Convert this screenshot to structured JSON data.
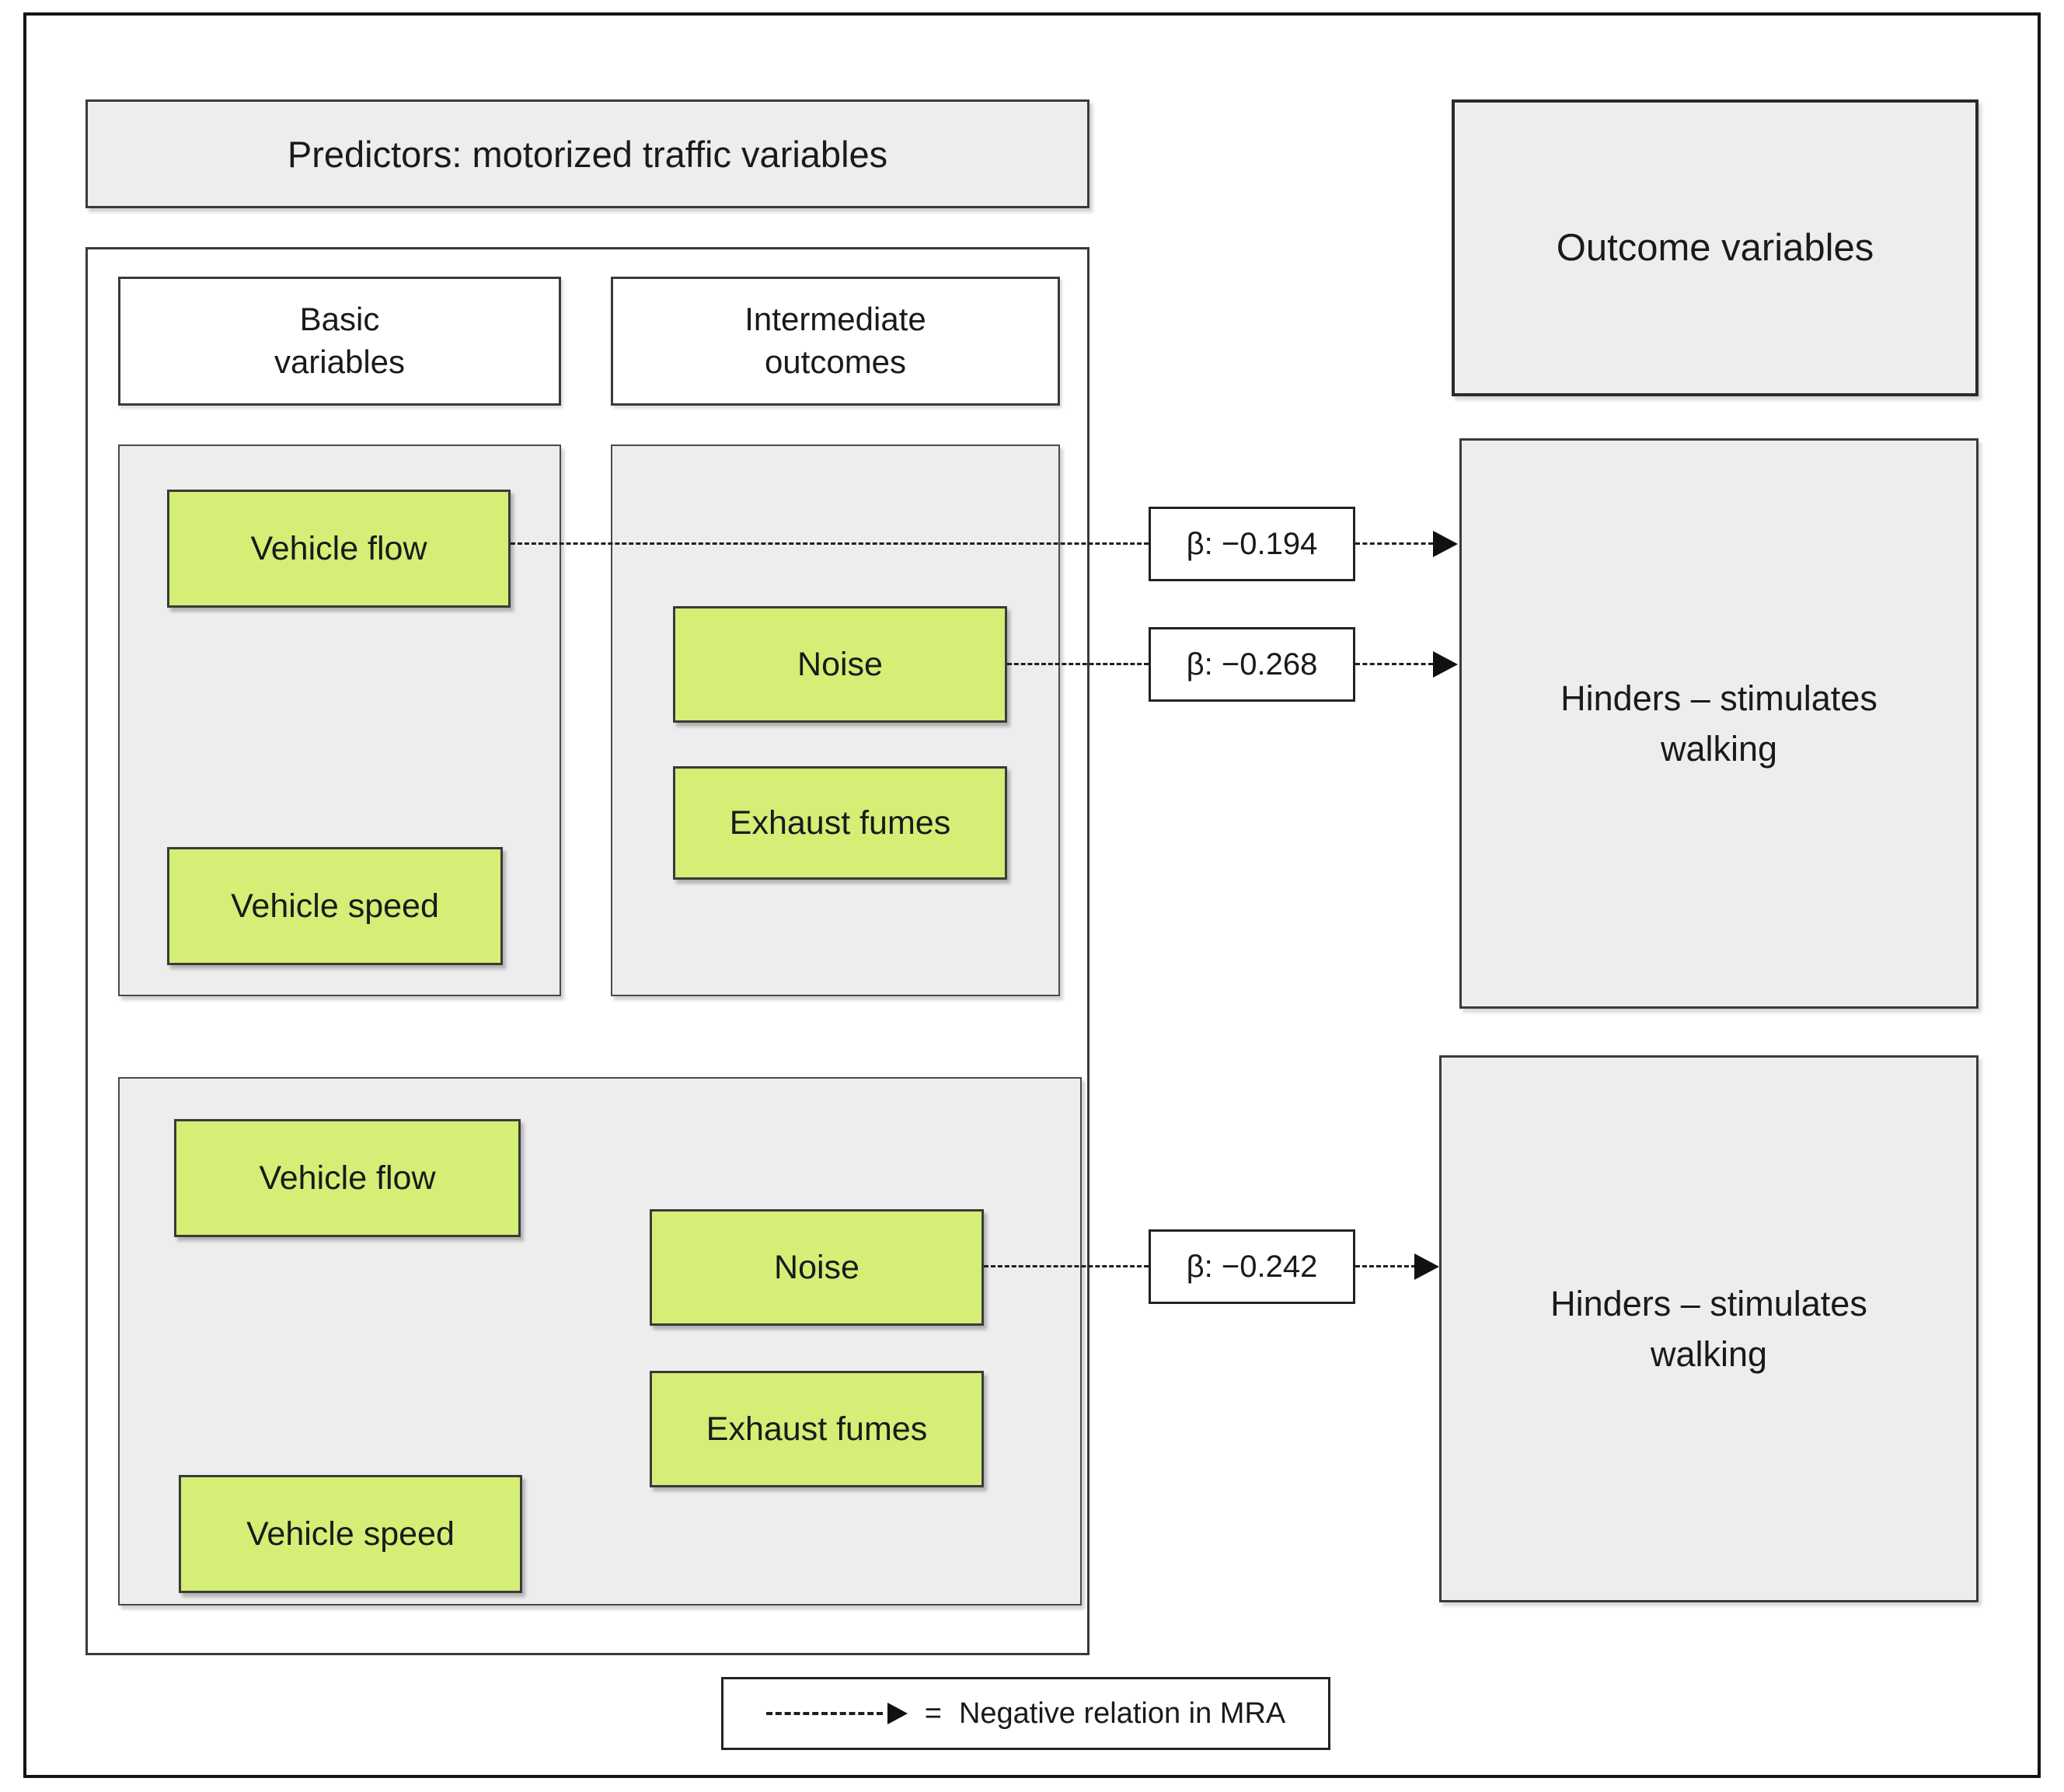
{
  "header": {
    "predictors_title": "Predictors: motorized traffic variables",
    "outcomes_title": "Outcome variables"
  },
  "columns": {
    "basic_header": "Basic\nvariables",
    "intermediate_header": "Intermediate\noutcomes"
  },
  "upper_model": {
    "vehicle_flow": "Vehicle flow",
    "vehicle_speed": "Vehicle speed",
    "noise": "Noise",
    "exhaust_fumes": "Exhaust fumes",
    "beta_vehicle_flow": "β: −0.194",
    "beta_noise": "β: −0.268",
    "outcome": "Hinders – stimulates walking"
  },
  "lower_model": {
    "vehicle_flow": "Vehicle flow",
    "vehicle_speed": "Vehicle speed",
    "noise": "Noise",
    "exhaust_fumes": "Exhaust fumes",
    "beta_noise": "β: −0.242",
    "outcome": "Hinders – stimulates walking"
  },
  "legend": {
    "equals_sign": "=",
    "label": "Negative relation in MRA"
  },
  "colors": {
    "green_fill": "#d4ee76",
    "panel_fill": "#ededed",
    "box_border": "#3a3a3a",
    "line_color": "#1f1f1f"
  }
}
